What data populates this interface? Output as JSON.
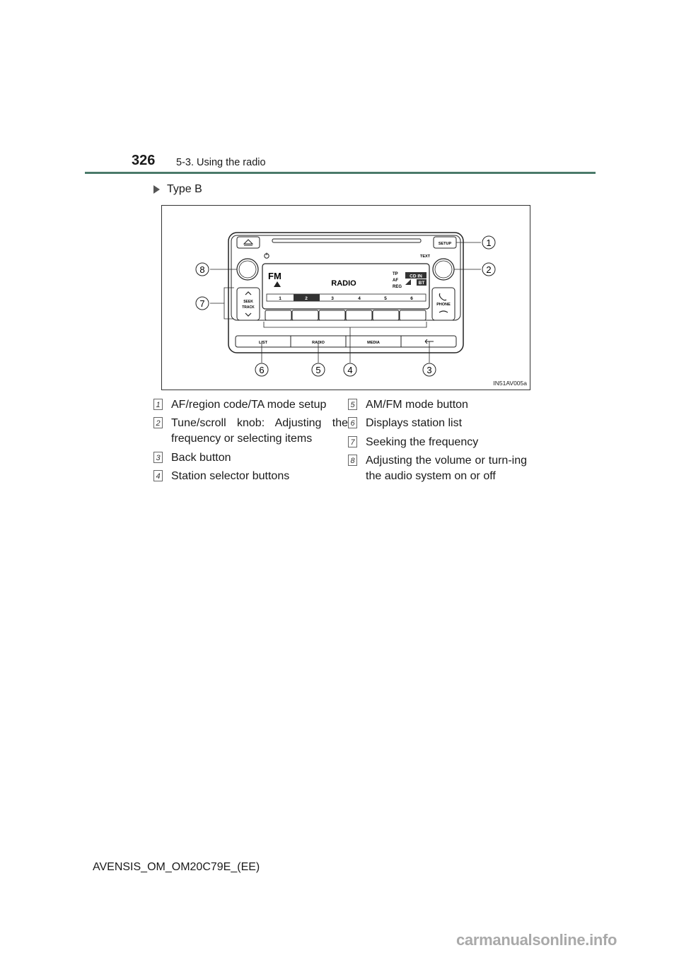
{
  "header": {
    "page_number": "326",
    "section": "5-3. Using the radio"
  },
  "subheading": "Type B",
  "figure": {
    "code": "IN51AV005a",
    "panel": {
      "setup": "SETUP",
      "text": "TEXT",
      "band": "FM",
      "mode": "RADIO",
      "tp": "TP",
      "af": "AF",
      "reg": "REG",
      "cd_in": "CD IN",
      "bt": "BT",
      "presets": [
        "1",
        "2",
        "3",
        "4",
        "5",
        "6"
      ],
      "seek": "SEEK",
      "track": "TRACK",
      "phone": "PHONE",
      "bottom_buttons": [
        "LIST",
        "RADIO",
        "MEDIA"
      ]
    },
    "callouts": [
      "1",
      "2",
      "3",
      "4",
      "5",
      "6",
      "7",
      "8"
    ]
  },
  "legend": {
    "left": [
      {
        "num": "1",
        "text": "AF/region code/TA mode setup"
      },
      {
        "num": "2",
        "text": "Tune/scroll knob: Adjusting the frequency or selecting items"
      },
      {
        "num": "3",
        "text": "Back button"
      },
      {
        "num": "4",
        "text": "Station selector buttons"
      }
    ],
    "right": [
      {
        "num": "5",
        "text": "AM/FM mode button"
      },
      {
        "num": "6",
        "text": "Displays station list"
      },
      {
        "num": "7",
        "text": "Seeking the frequency"
      },
      {
        "num": "8",
        "text": "Adjusting the volume or turn-ing the audio system on or off"
      }
    ]
  },
  "footer": "AVENSIS_OM_OM20C79E_(EE)",
  "watermark": "carmanualsonline.info"
}
